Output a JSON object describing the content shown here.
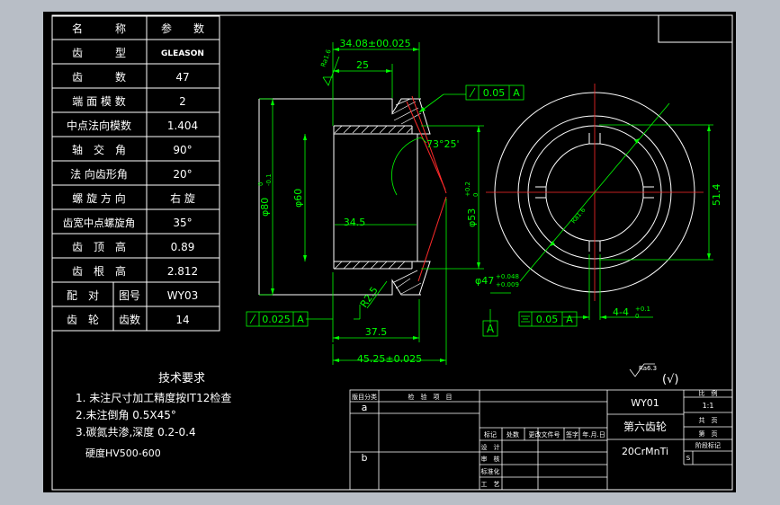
{
  "param_table": {
    "header": {
      "name": "名　　　称",
      "value": "参　　数"
    },
    "rows": [
      {
        "name": "齿　　　型",
        "value": "GLEASON"
      },
      {
        "name": "齿　　　数",
        "value": "47"
      },
      {
        "name": "端 面 模 数",
        "value": "2"
      },
      {
        "name": "中点法向模数",
        "value": "1.404"
      },
      {
        "name": "轴　交　角",
        "value": "90°"
      },
      {
        "name": "法 向齿形角",
        "value": "20°"
      },
      {
        "name": "螺 旋 方 向",
        "value": "右 旋"
      },
      {
        "name": "齿宽中点螺旋角",
        "value": "35°"
      },
      {
        "name": "齿　顶　高",
        "value": "0.89"
      },
      {
        "name": "齿　根　高",
        "value": "2.812"
      }
    ],
    "mating": {
      "left1": "配　对",
      "right1": "图号",
      "value1": "WY03",
      "left2": "齿　轮",
      "right2": "齿数",
      "value2": "14"
    }
  },
  "dimensions": {
    "d_top": "34.08±00.025",
    "d_25": "25",
    "tol_top": "0.05",
    "tol_top_ref": "A",
    "d_angle": "73°25'",
    "d_phi80": "φ80",
    "d_phi80_tol": "0",
    "d_phi80_tol2": "-0.1",
    "d_phi60": "φ60",
    "d_34_5": "34.5",
    "d_phi53": "φ53",
    "d_phi53_tol": "+0.2",
    "d_phi53_tol2": "0",
    "d_r2_5": "R2.5",
    "tol_left": "0.025",
    "tol_left_ref": "A",
    "d_37_5": "37.5",
    "d_45_25": "45.25±0.025",
    "rough_left": "Ra1.6",
    "rough_mid": "Ra1.6",
    "datum_a": "A",
    "d_phi47": "φ47",
    "d_phi47_tol": "+0.048",
    "d_phi47_tol2": "+0.009",
    "sym_tol": "0.05",
    "sym_ref": "A",
    "d_4x4": "4-4",
    "d_4x4_tol": "+0.1",
    "d_4x4_tol2": "0",
    "d_51_4": "51.4",
    "rough_general": "Ra6.3",
    "rough_general_paren": "(√)"
  },
  "notes": {
    "title": "技术要求",
    "items": [
      "1. 未注尺寸加工精度按IT12检查",
      "2.未注倒角 0.5X45°",
      "3.碳氮共渗,深度 0.2-0.4",
      "　硬度HV500-600"
    ]
  },
  "title_block": {
    "rev_header": [
      "版目分类",
      "检　验　项　目"
    ],
    "rev_a": "a",
    "rev_b": "b",
    "sign_row": [
      "标记",
      "处数",
      "更改文件号",
      "签字",
      "年.月.日"
    ],
    "roles": [
      "设　计",
      "审　核",
      "标准化",
      "工　艺"
    ],
    "drawing_no": "WY01",
    "part_name": "第六齿轮",
    "material": "20CrMnTi",
    "scale_label": "比　例",
    "scale_value": "1:1",
    "sheet_label1": "共　页",
    "sheet_label2": "第　页",
    "stage_label": "阶段标记",
    "stage_value": "S"
  },
  "colors": {
    "background": "#000000",
    "frame": "#ffffff",
    "text": "#ffffff",
    "dimension": "#00ff00",
    "centerline": "#ff2a2a",
    "chrome": "#b8bec6"
  }
}
